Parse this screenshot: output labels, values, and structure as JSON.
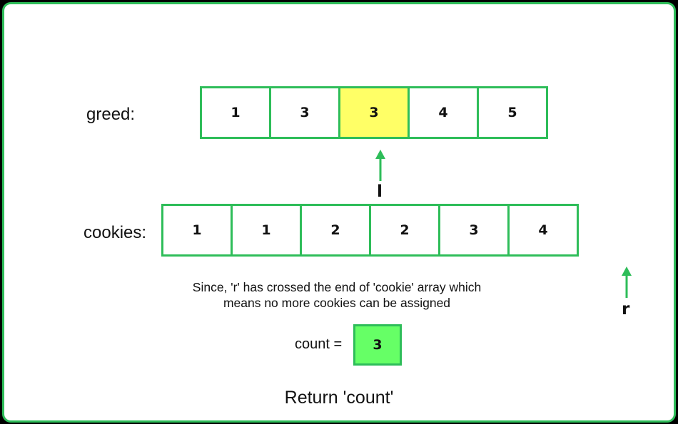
{
  "greed": {
    "label": "greed:",
    "values": [
      "1",
      "3",
      "3",
      "4",
      "5"
    ],
    "highlight_index": 2
  },
  "cookies": {
    "label": "cookies:",
    "values": [
      "1",
      "1",
      "2",
      "2",
      "3",
      "4"
    ]
  },
  "pointers": {
    "left": "l",
    "right": "r"
  },
  "note": {
    "line1": "Since, 'r' has crossed the end of 'cookie' array which",
    "line2": "means no more cookies can be assigned"
  },
  "count": {
    "label": "count =",
    "value": "3"
  },
  "footer": "Return 'count'",
  "colors": {
    "border": "#2ebd59",
    "highlight": "#ffff66",
    "count_fill": "#66ff66",
    "arrow": "#2ebd59"
  }
}
